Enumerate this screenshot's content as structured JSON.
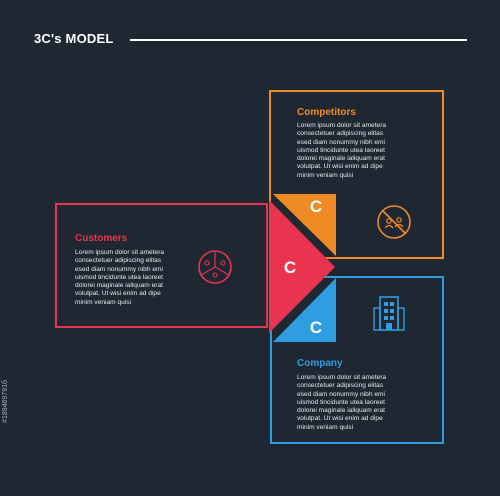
{
  "header": {
    "title": "3C's MODEL"
  },
  "sections": {
    "competitors": {
      "heading": "Competitors",
      "body": "Lorem ipsum dolor sit ametera\nconsectetuer adipiscing elitas\nesed diam nonummy nibh emi\nuismod tincidunte utea laoreet\ndolorei maginale iallquam erat\nvolutpat. Ut wisi enim ad dipe\nminim veniam quisi",
      "letter": "C",
      "color": "#f08a24",
      "icon": "no-competition-icon"
    },
    "customers": {
      "heading": "Customers",
      "body": "Lorem ipsum dolor sit ametera\nconsectetuer adipiscing elitas\nesed diam nonummy nibh emi\nuismod tincidunte utea laoreet\ndolorei maginale iallquam erat\nvolutpat. Ut wisi enim ad dipe\nminim veniam quisi",
      "letter": "C",
      "color": "#e8344e",
      "icon": "customer-group-icon"
    },
    "company": {
      "heading": "Company",
      "body": "Lorem ipsum dolor sit ametera\nconsectetuer adipiscing elitas\nesed diam nonummy nibh emi\nuismod tincidunte utea laoreet\ndolorei maginale iallquam erat\nvolutpat. Ut wisi enim ad dipe\nminim veniam quisi",
      "letter": "C",
      "color": "#2f9ee0",
      "icon": "office-building-icon"
    }
  },
  "watermark": "#189469791б"
}
